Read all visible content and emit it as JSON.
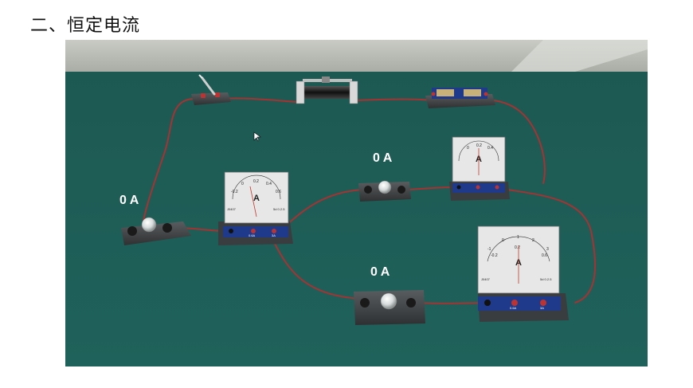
{
  "page": {
    "title": "二、恒定电流"
  },
  "bulbs": [
    {
      "id": "left",
      "current_label": "0 A"
    },
    {
      "id": "top",
      "current_label": "0 A"
    },
    {
      "id": "bottom",
      "current_label": "0 A"
    }
  ],
  "ammeter": {
    "unit": "A",
    "scale_ticks": [
      "-0.2",
      "0",
      "0.2",
      "0.4",
      "0.6"
    ],
    "upper_ticks": [
      "-1",
      "0",
      "1",
      "2",
      "3"
    ],
    "model": "J0407",
    "spec": "5d 0.2.5",
    "terminal_labels": [
      "-",
      "0.6A",
      "3A"
    ]
  },
  "colors": {
    "table": "#1e5c57",
    "wall": "#b9bdb5",
    "wire": "#a63232",
    "panel": "#1f3a8a"
  }
}
